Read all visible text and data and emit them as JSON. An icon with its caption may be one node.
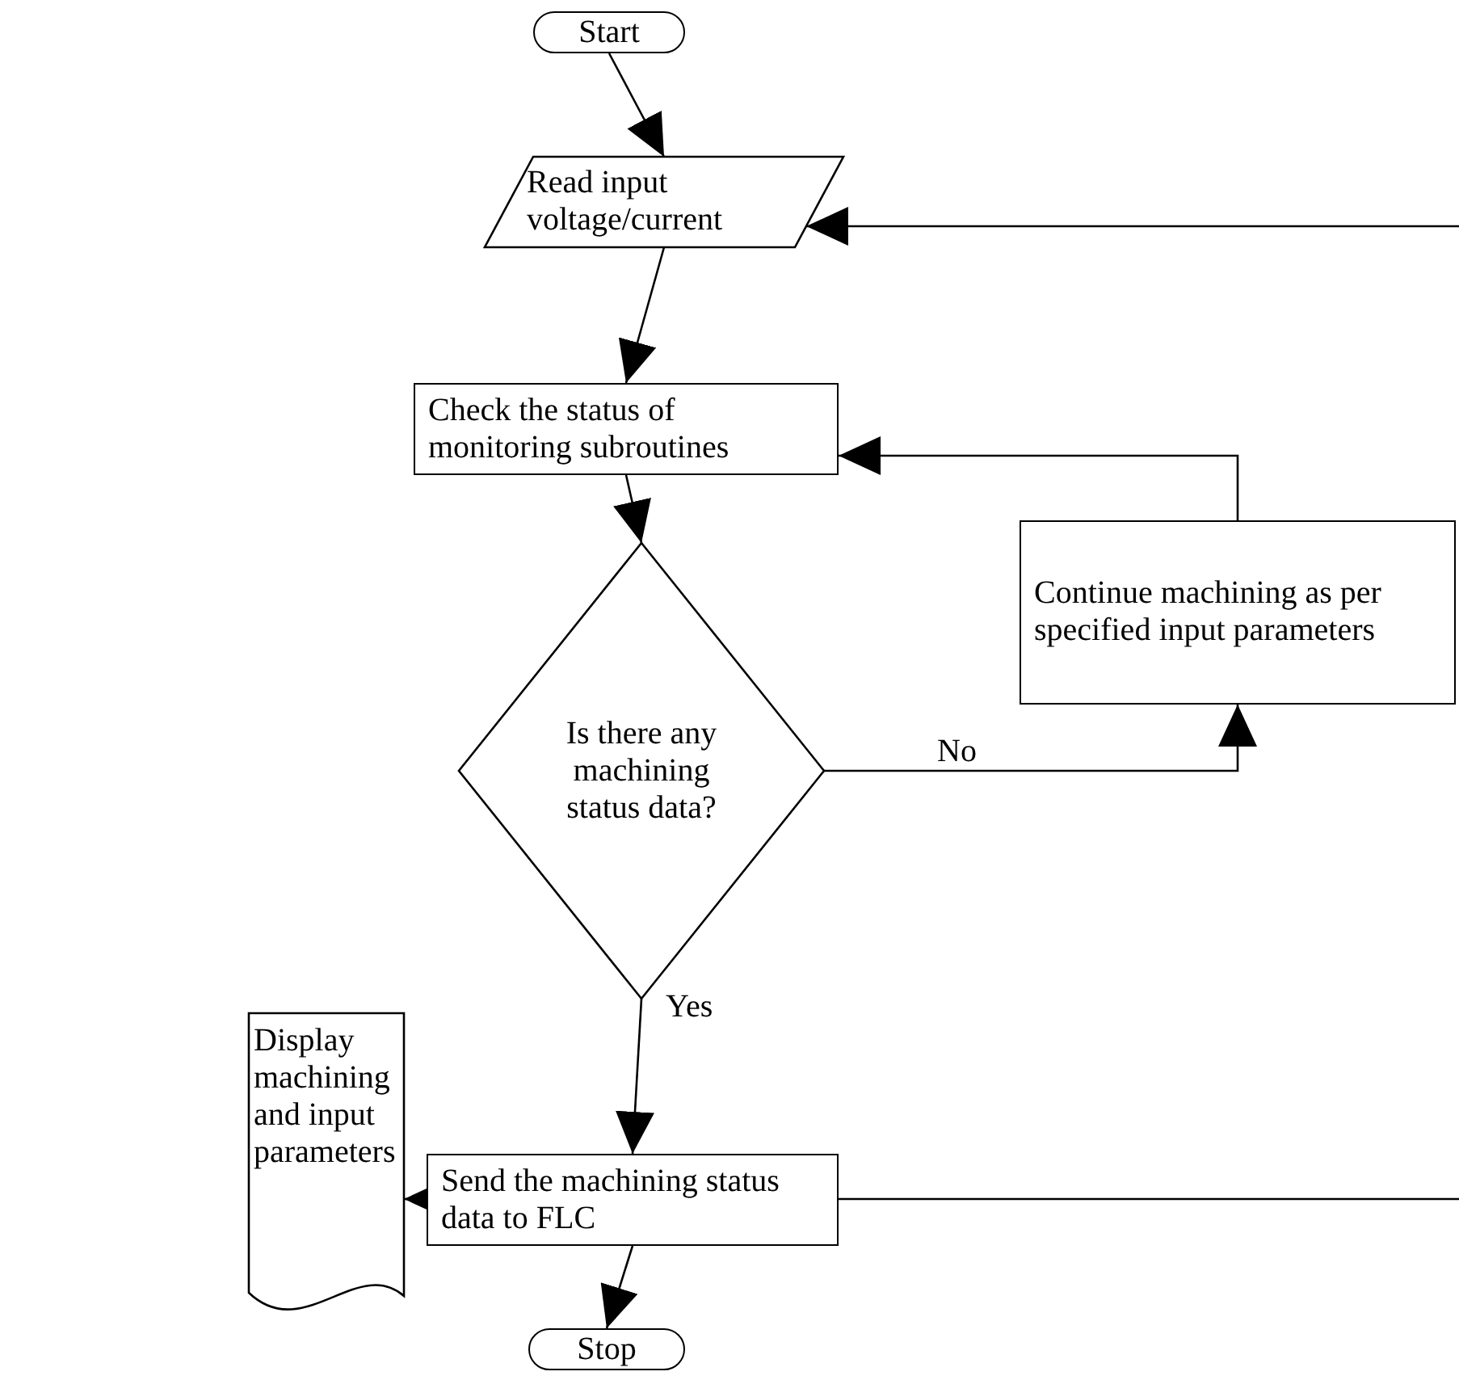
{
  "diagram": {
    "nodes": [
      {
        "text": [
          "Start"
        ]
      },
      {
        "text": [
          "Read input voltage/current"
        ]
      },
      {
        "text": [
          "Check the status of monitoring subroutines"
        ]
      },
      {
        "text": [
          "Is there any machining status data?"
        ]
      },
      {
        "text": [
          "Continue machining as per specified input parameters"
        ]
      },
      {
        "text": [
          "Send the machining status data to FLC"
        ]
      },
      {
        "text": [
          "Display machining and input parameters"
        ]
      },
      {
        "text": [
          "Stop"
        ]
      }
    ],
    "edges": [
      {
        "from": 0,
        "to": 1,
        "arrow": "to"
      },
      {
        "from": 1,
        "to": 2,
        "arrow": "to"
      },
      {
        "from": 2,
        "to": 3,
        "arrow": "to"
      },
      {
        "from": 3,
        "to": 4,
        "arrow": "to",
        "label": "No"
      },
      {
        "from": 4,
        "to": 2,
        "arrow": "to"
      },
      {
        "from": 3,
        "to": 5,
        "arrow": "to",
        "label": "Yes"
      },
      {
        "from": 5,
        "to": 6,
        "arrow": "to"
      },
      {
        "from": 5,
        "to": 7,
        "arrow": "to"
      },
      {
        "from": 5,
        "to": null,
        "arrow": "none"
      },
      {
        "from": null,
        "to": 1,
        "arrow": "to"
      }
    ]
  }
}
